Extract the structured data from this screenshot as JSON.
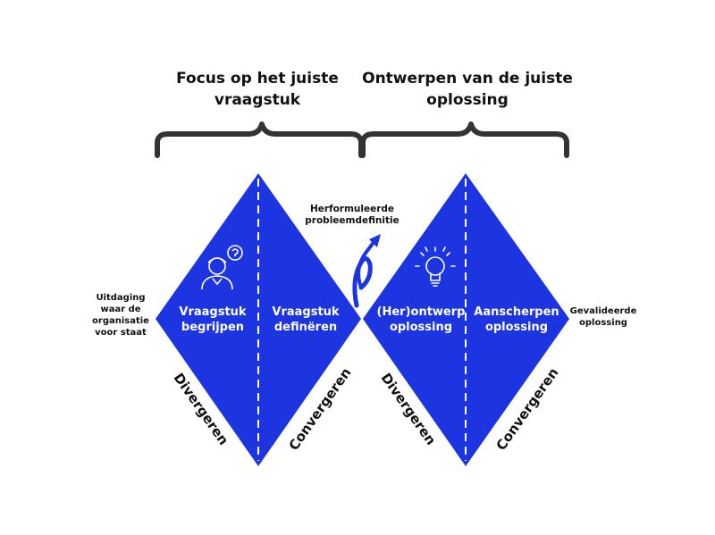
{
  "headings": {
    "left": "Focus op het juiste vraagstuk",
    "right": "Ontwerpen van de juiste oplossing"
  },
  "labels": {
    "start": "Uitdaging waar de organisatie voor staat",
    "middle": "Herformuleerde probleemdefinitie",
    "end": "Gevalideerde oplossing"
  },
  "phases": {
    "p1": "Vraagstuk begrijpen",
    "p2": "Vraagstuk definëren",
    "p3": "(Her)ontwerp oplossing",
    "p4": "Aanscherpen oplossing"
  },
  "modes": {
    "d1": "Divergeren",
    "c1": "Convergeren",
    "d2": "Divergeren",
    "c2": "Convergeren"
  },
  "icons": [
    "person-question-icon",
    "lightbulb-icon",
    "arrow-icon"
  ],
  "colors": {
    "diamond": "#1c35e0",
    "brace": "#333333"
  }
}
